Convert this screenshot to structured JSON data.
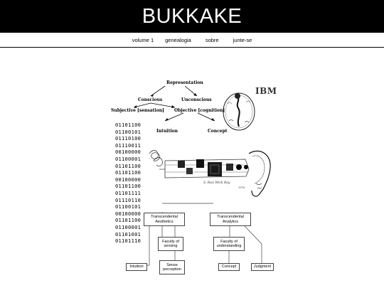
{
  "site": {
    "title": "BUKKAKE"
  },
  "nav": [
    {
      "label": "volume 1"
    },
    {
      "label": "genealogia"
    },
    {
      "label": "sobre"
    },
    {
      "label": "junte-se"
    }
  ],
  "figure": {
    "tree": {
      "root": "Representation",
      "level1": [
        "Conscious",
        "Unconscious"
      ],
      "level2": [
        "Subjective [sensation]",
        "Objective [cognition]"
      ],
      "level3": [
        "Intuition",
        "Concept"
      ]
    },
    "logo_text": "IBM",
    "binary": [
      "01101100",
      "01100101",
      "01110100",
      "01110011",
      "00100000",
      "01100001",
      "01101100",
      "01101100",
      "00100000",
      "01101100",
      "01101111",
      "01110110",
      "01100101",
      "00100000",
      "01101100",
      "01100001",
      "01101001",
      "01101110"
    ],
    "handwriting": "S. Run Wick Bay",
    "handwriting_small": "1978",
    "chart": {
      "left_top": "Transcendental Aesthetics",
      "right_top": "Transcendental Analytics",
      "left_mid": "Faculty of sensing",
      "right_mid": "Faculty of understanding",
      "bottom": [
        "Intuition",
        "Sense perception",
        "Concept",
        "Judgment"
      ]
    }
  }
}
